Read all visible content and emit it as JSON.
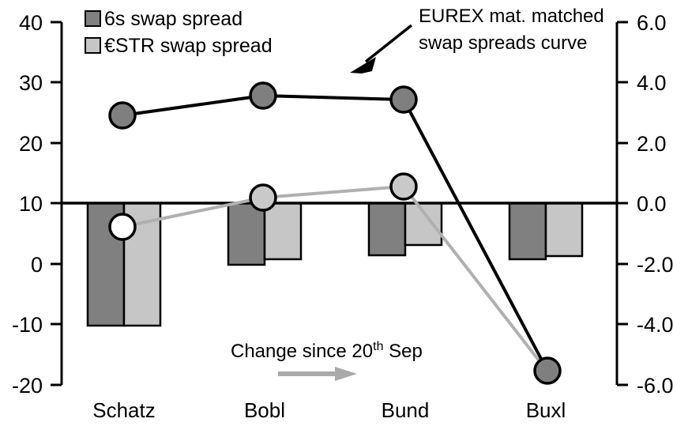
{
  "chart_data": {
    "type": "bar",
    "title": "",
    "categories": [
      "Schatz",
      "Bobl",
      "Bund",
      "Buxl"
    ],
    "series": [
      {
        "name": "6s swap spread",
        "type": "bar",
        "axis": "right",
        "color": "#808080",
        "values": [
          -4.05,
          -1.98,
          -1.65,
          -1.82
        ]
      },
      {
        "name": "€STR swap spread",
        "type": "bar",
        "axis": "right",
        "color": "#c6c6c6",
        "values": [
          -4.05,
          -1.83,
          -1.33,
          -1.77
        ]
      },
      {
        "name": "EUREX mat. matched swap spreads curve",
        "type": "line",
        "axis": "left",
        "color": "#000000",
        "values": [
          24.6,
          27.9,
          27.3,
          -18.0
        ]
      },
      {
        "name": "Change since 20th Sep",
        "type": "line",
        "axis": "left",
        "color": "#b0b0b0",
        "values": [
          6.1,
          10.5,
          12.7,
          -19.6
        ]
      }
    ],
    "left_axis": {
      "ticks": [
        "40",
        "30",
        "20",
        "10",
        "0",
        "-10",
        "-20"
      ],
      "values": [
        40,
        30,
        20,
        10,
        0,
        -10,
        -20
      ],
      "ylim": [
        -20,
        40
      ]
    },
    "right_axis": {
      "ticks": [
        "6.0",
        "4.0",
        "2.0",
        "0.0",
        "-2.0",
        "-4.0",
        "-6.0"
      ],
      "values": [
        6.0,
        4.0,
        2.0,
        0.0,
        -2.0,
        -4.0,
        -6.0
      ],
      "ylim": [
        -6.0,
        6.0
      ]
    },
    "xlabel": "",
    "ylabel": "",
    "grid": false,
    "legend_position": "top-left"
  },
  "legend": {
    "items": [
      {
        "label": "6s swap spread",
        "color": "#808080"
      },
      {
        "label": "€STR swap spread",
        "color": "#c6c6c6"
      }
    ]
  },
  "annotations": {
    "curve_note_line1": "EUREX mat. matched",
    "curve_note_line2": "swap spreads curve",
    "change_note_prefix": "Change since 20",
    "change_note_sup": "th",
    "change_note_suffix": " Sep"
  },
  "axes": {
    "left_ticks": [
      "40",
      "30",
      "20",
      "10",
      "0",
      "-10",
      "-20"
    ],
    "right_ticks": [
      "6.0",
      "4.0",
      "2.0",
      "0.0",
      "-2.0",
      "-4.0",
      "-6.0"
    ],
    "categories": [
      "Schatz",
      "Bobl",
      "Bund",
      "Buxl"
    ]
  }
}
